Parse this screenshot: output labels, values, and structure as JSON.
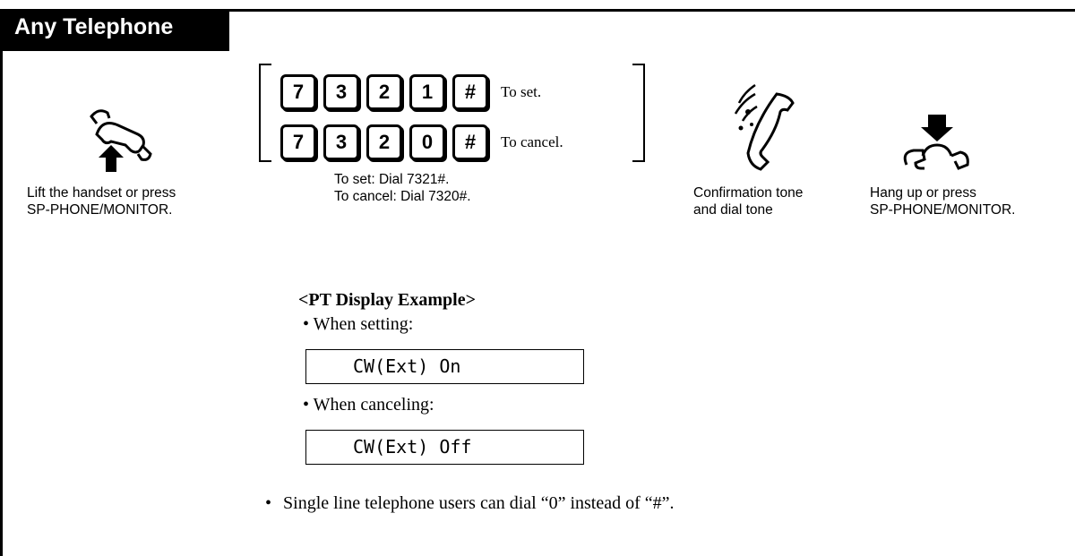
{
  "header": {
    "tab_title": "Any Telephone"
  },
  "steps": {
    "lift": {
      "icon": "lift-handset-icon",
      "line1": "Lift the handset or press",
      "line2": "SP-PHONE/MONITOR."
    },
    "dial": {
      "set_keys": [
        "7",
        "3",
        "2",
        "1",
        "#"
      ],
      "set_label": "To set.",
      "cancel_keys": [
        "7",
        "3",
        "2",
        "0",
        "#"
      ],
      "cancel_label": "To cancel.",
      "line1": "To set: Dial 7321#.",
      "line2": "To cancel: Dial 7320#."
    },
    "tone": {
      "icon": "confirmation-tone-handset-icon",
      "line1": "Confirmation tone",
      "line2": "and dial tone"
    },
    "hangup": {
      "icon": "hang-up-handset-icon",
      "line1": "Hang up or press",
      "line2": "SP-PHONE/MONITOR."
    }
  },
  "display_example": {
    "title": "<PT Display Example>",
    "setting_label": "When setting:",
    "setting_text": "CW(Ext) On",
    "canceling_label": "When canceling:",
    "canceling_text": "CW(Ext) Off"
  },
  "note": "Single line telephone users can dial “0” instead of “#”."
}
